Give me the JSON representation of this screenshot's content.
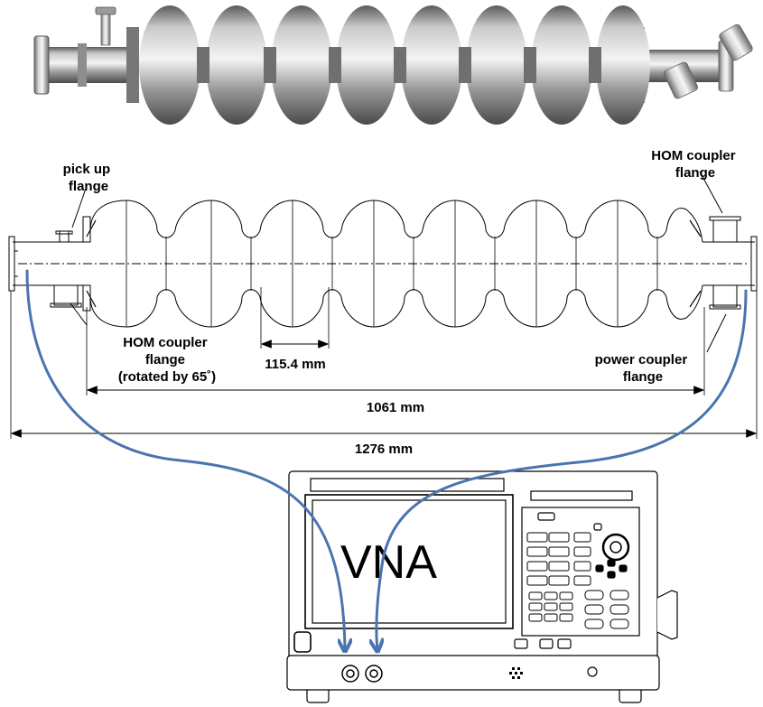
{
  "labels": {
    "pickup": [
      "pick up",
      "flange"
    ],
    "hom_right": [
      "HOM coupler",
      "flange"
    ],
    "hom_left": [
      "HOM coupler",
      "flange",
      "(rotated by 65˚)"
    ],
    "power": [
      "power coupler",
      "flange"
    ],
    "cell_length": "115.4 mm",
    "active_length": "1061 mm",
    "total_length": "1276 mm"
  },
  "instrument": {
    "name": "VNA"
  },
  "colors": {
    "cable": "#4a74b0",
    "outline": "#000000",
    "metal": "#b8b8b8"
  }
}
